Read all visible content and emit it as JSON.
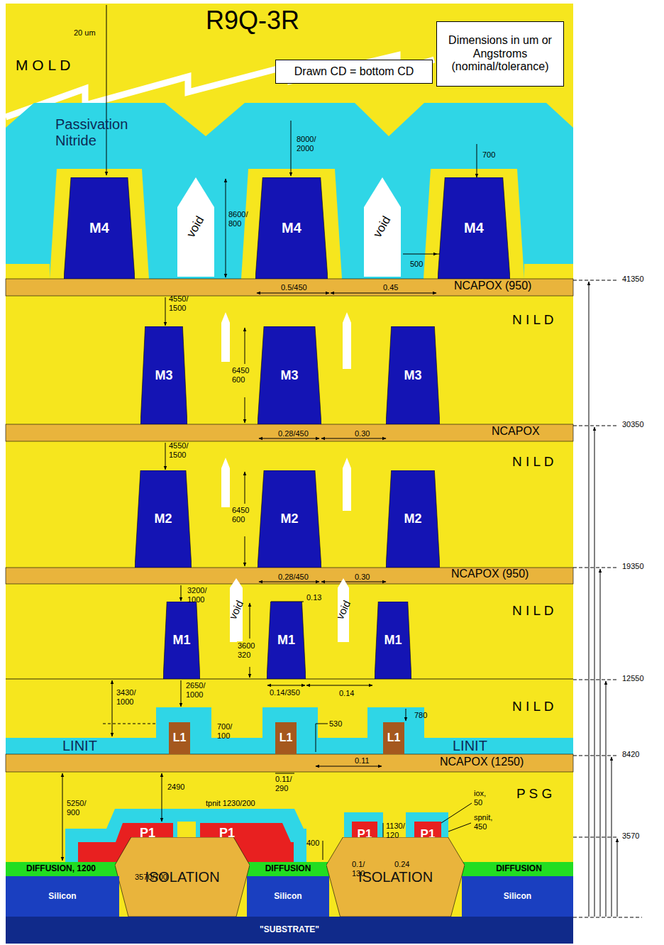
{
  "diagram": {
    "title": "R9Q-3R",
    "nodes": [
      {
        "text": [
          "Drawn CD = bottom CD"
        ]
      },
      {
        "text": [
          "Dimensions in um or Angstroms (nominal/tolerance)"
        ]
      },
      {
        "text": [
          "M4"
        ]
      },
      {
        "text": [
          "void"
        ]
      },
      {
        "text": [
          "M4"
        ]
      },
      {
        "text": [
          "void"
        ]
      },
      {
        "text": [
          "M4"
        ]
      },
      {
        "text": [
          "M3"
        ]
      },
      {
        "text": [
          "M3"
        ]
      },
      {
        "text": [
          "M3"
        ]
      },
      {
        "text": [
          "M2"
        ]
      },
      {
        "text": [
          "M2"
        ]
      },
      {
        "text": [
          "M2"
        ]
      },
      {
        "text": [
          "M1"
        ]
      },
      {
        "text": [
          "void"
        ]
      },
      {
        "text": [
          "M1"
        ]
      },
      {
        "text": [
          "void"
        ]
      },
      {
        "text": [
          "M1"
        ]
      },
      {
        "text": [
          "L1"
        ]
      },
      {
        "text": [
          "L1"
        ]
      },
      {
        "text": [
          "L1"
        ]
      },
      {
        "text": [
          "P1"
        ]
      },
      {
        "text": [
          "P1"
        ]
      },
      {
        "text": [
          "P1"
        ]
      },
      {
        "text": [
          "P1"
        ]
      },
      {
        "text": [
          "DIFFUSION, 1200"
        ]
      },
      {
        "text": [
          "DIFFUSION"
        ]
      },
      {
        "text": [
          "DIFFUSION"
        ]
      },
      {
        "text": [
          "ISOLATION"
        ]
      },
      {
        "text": [
          "ISOLATION"
        ]
      },
      {
        "text": [
          "Silicon"
        ]
      },
      {
        "text": [
          "Silicon"
        ]
      },
      {
        "text": [
          "Silicon"
        ]
      },
      {
        "text": [
          "\"SUBSTRATE\""
        ]
      }
    ],
    "labels": [
      "20 um",
      "M O L D",
      "Passivation Nitride",
      "8000/ 2000",
      "700",
      "8600/ 800",
      "500",
      "0.5/450",
      "0.45",
      "NCAPOX (950)",
      "4550/ 1500",
      "N I L D",
      "6450 600",
      "0.28/450",
      "0.30",
      "NCAPOX",
      "4550/ 1500",
      "N I L D",
      "6450 600",
      "0.28/450",
      "0.30",
      "NCAPOX (950)",
      "3200/ 1000",
      "0.13",
      "N I L D",
      "3600 320",
      "0.14/350",
      "0.14",
      "N I L D",
      "3430/ 1000",
      "2650/ 1000",
      "700/ 100",
      "530",
      "780",
      "LINIT",
      "LINIT",
      "0.11/ 290",
      "0.11",
      "NCAPOX (1250)",
      "5250/ 900",
      "2490",
      "P S G",
      "tpnit 1230/200",
      "iox, 50",
      "1130/ 120",
      "spnit, 450",
      "400",
      "0.1/ 130",
      "0.24",
      "3570/700",
      "41350",
      "30350",
      "19350",
      "12550",
      "8420",
      "3570"
    ]
  }
}
